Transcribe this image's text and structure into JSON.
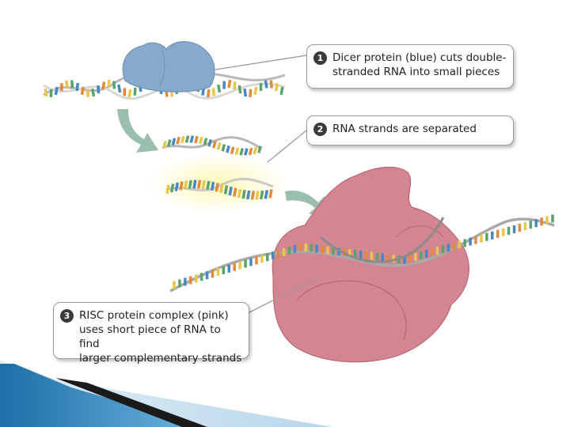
{
  "steps": [
    {
      "number": "1",
      "text": "Dicer protein (blue) cuts double-\nstranded RNA into small pieces"
    },
    {
      "number": "2",
      "text": "RNA strands are separated"
    },
    {
      "number": "3",
      "text": "RISC protein complex (pink)\nuses short piece of RNA to find\nlarger complementary strands"
    }
  ],
  "colors": {
    "dicer": "#7fa6c9",
    "risc": "#d9848f",
    "arrow": "#8fb3a0",
    "slide_band": "#3d8fc6"
  }
}
